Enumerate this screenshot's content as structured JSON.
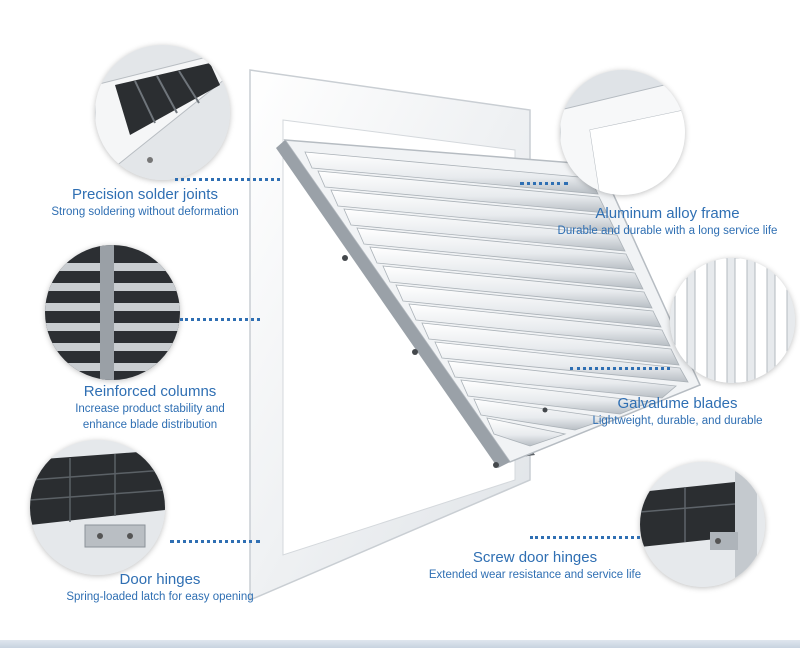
{
  "features": [
    {
      "id": "solder",
      "title": "Precision solder joints",
      "desc": [
        "Strong soldering without deformation"
      ]
    },
    {
      "id": "columns",
      "title": "Reinforced columns",
      "desc": [
        "Increase product stability and",
        "enhance blade distribution"
      ]
    },
    {
      "id": "hinges",
      "title": "Door hinges",
      "desc": [
        "Spring-loaded latch for easy opening"
      ]
    },
    {
      "id": "frame",
      "title": "Aluminum alloy frame",
      "desc": [
        "Durable and durable with a long service life"
      ]
    },
    {
      "id": "blades",
      "title": "Galvalume blades",
      "desc": [
        "Lightweight, durable, and durable"
      ]
    },
    {
      "id": "screw",
      "title": "Screw door hinges",
      "desc": [
        "Extended wear resistance and service life"
      ]
    }
  ],
  "colors": {
    "accent": "#2f6fb3",
    "frame": "#f4f6f8",
    "frame_edge": "#c9ced3"
  }
}
